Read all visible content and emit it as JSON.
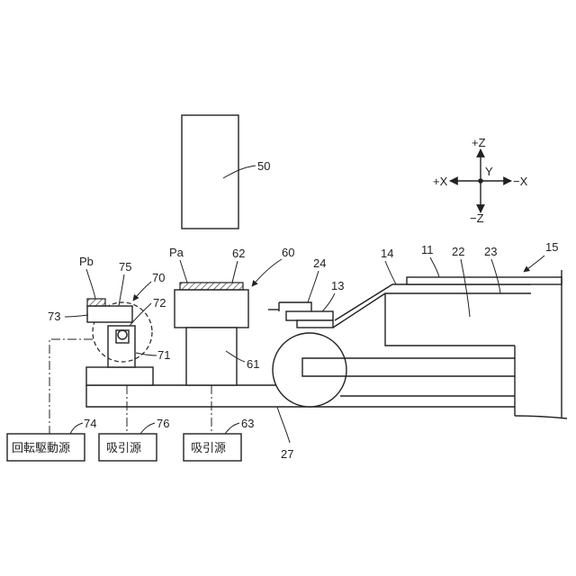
{
  "labels": {
    "n50": "50",
    "n60": "60",
    "n62": "62",
    "pa": "Pa",
    "n61": "61",
    "n63": "63",
    "pb": "Pb",
    "n75": "75",
    "n70": "70",
    "n72": "72",
    "n73": "73",
    "n71": "71",
    "n74": "74",
    "n76": "76",
    "n24": "24",
    "n13": "13",
    "n14": "14",
    "n11": "11",
    "n22": "22",
    "n23": "23",
    "n15": "15",
    "n27": "27"
  },
  "axes": {
    "plus_z": "+Z",
    "minus_z": "−Z",
    "plus_x": "+X",
    "minus_x": "−X",
    "y": "Y"
  },
  "boxes": {
    "rotation_drive_source": "回転駆動源",
    "suction_source_76": "吸引源",
    "suction_source_63": "吸引源"
  },
  "colors": {
    "line": "#222222",
    "background": "#ffffff"
  }
}
